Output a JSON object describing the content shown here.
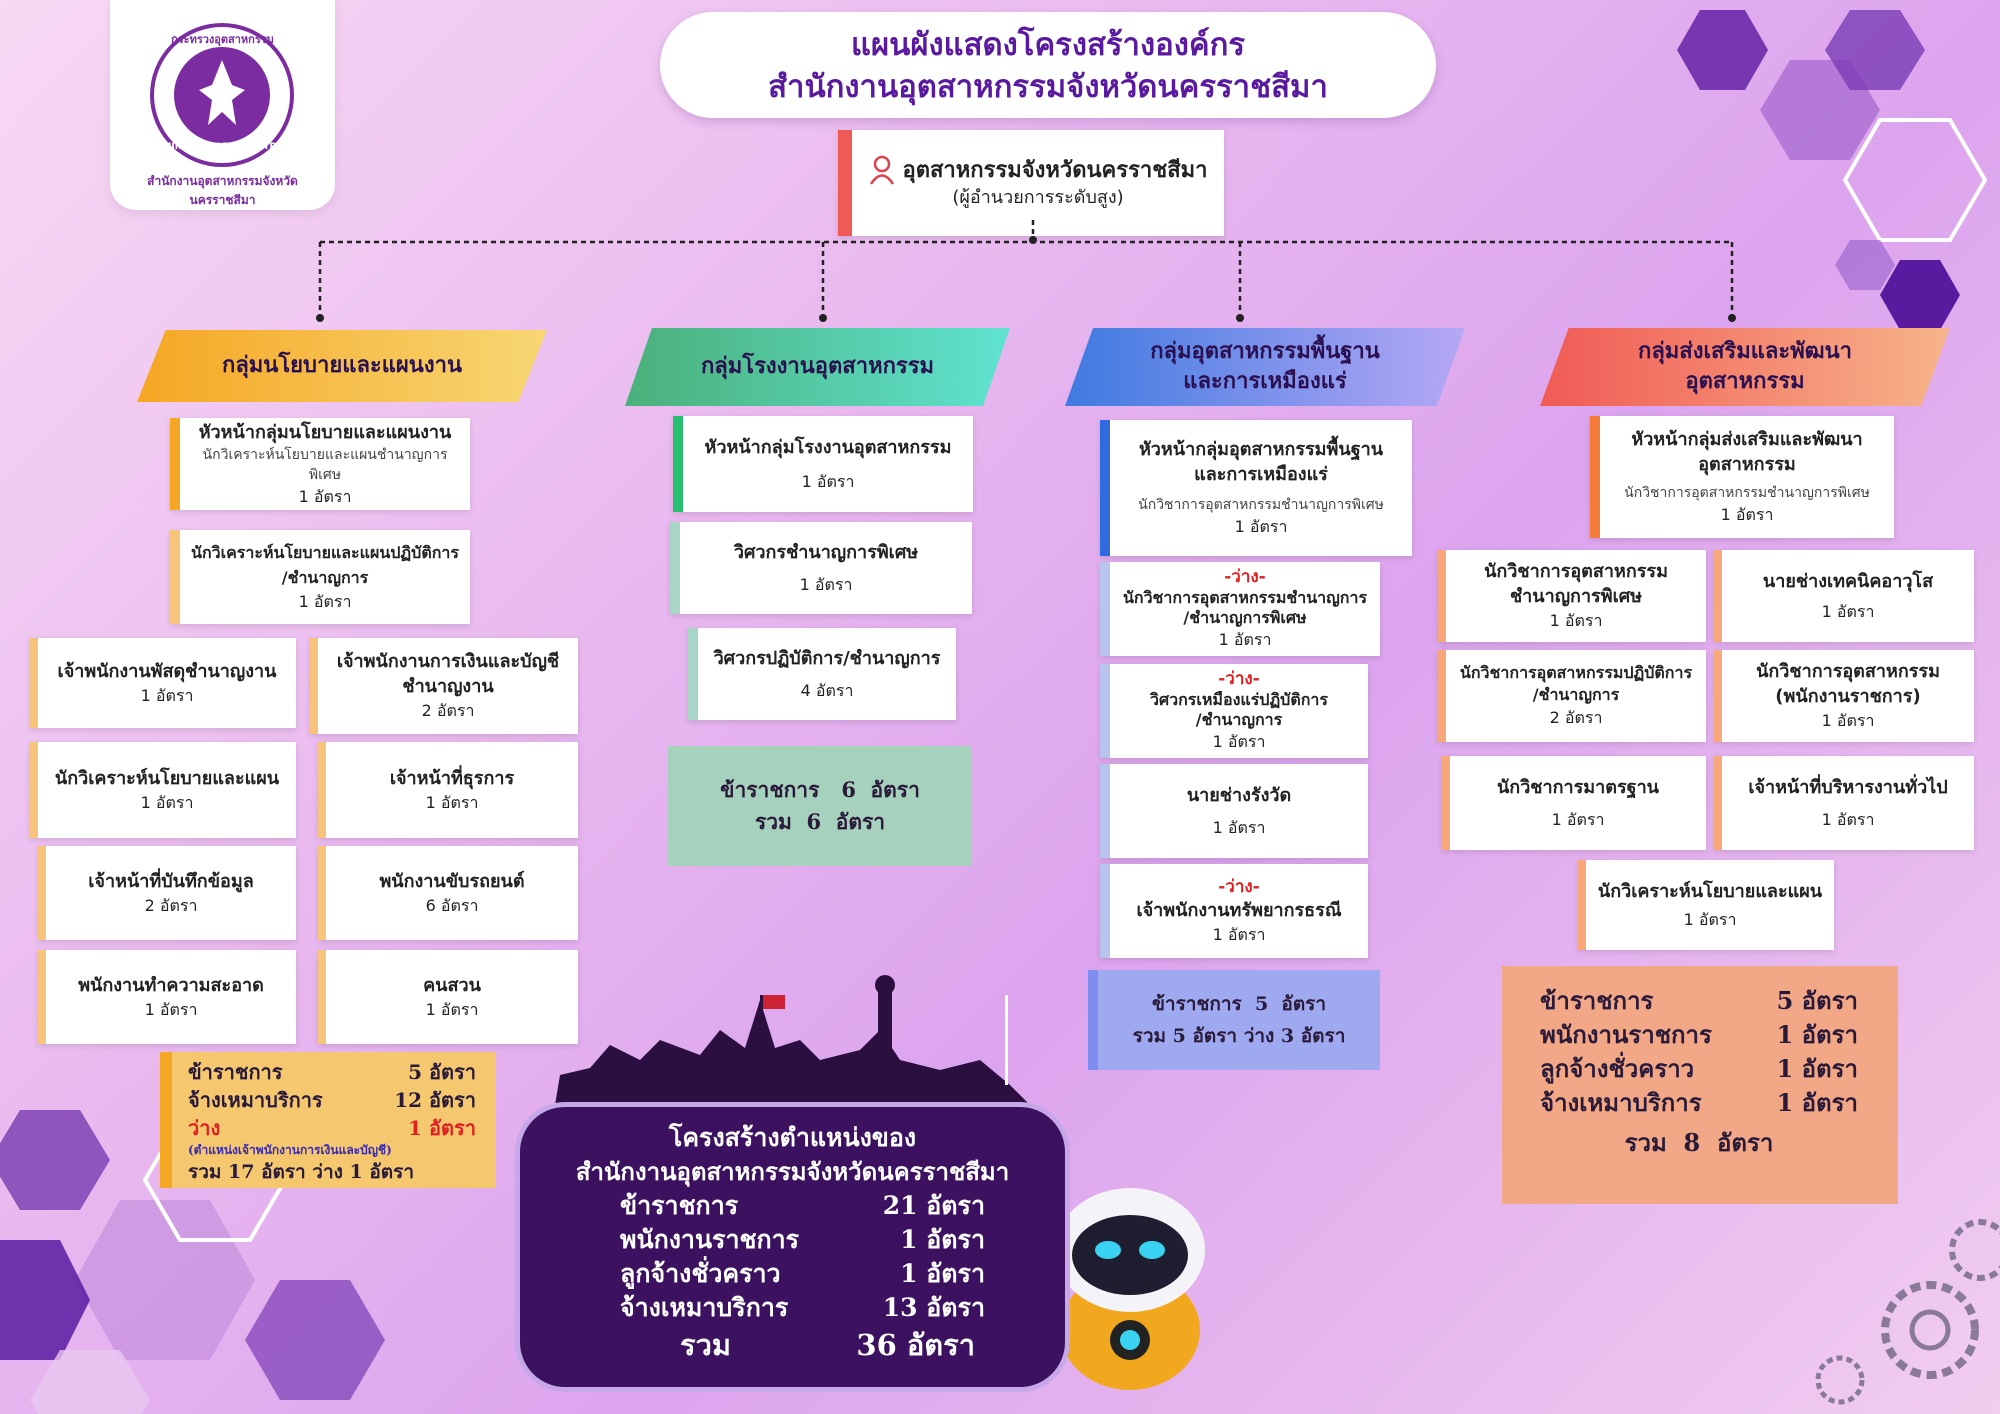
{
  "title": {
    "line1": "แผนผังแสดงโครงสร้างองค์กร",
    "line2": "สำนักงานอุตสาหกรรมจังหวัดนครราชสีมา"
  },
  "logo": {
    "top_text": "กระทรวงอุตสาหกรรม",
    "bottom_text": "MINISTRY OF INDUSTRY",
    "curve_text": "สำนักงานอุตสาหกรรมจังหวัดนครราชสีมา"
  },
  "top": {
    "name": "อุตสาหกรรมจังหวัดนครราชสีมา",
    "role": "(ผู้อำนวยการระดับสูง)"
  },
  "groups": {
    "g1": "กลุ่มนโยบายและแผนงาน",
    "g2": "กลุ่มโรงงานอุตสาหกรรม",
    "g3_l1": "กลุ่มอุตสาหกรรมพื้นฐาน",
    "g3_l2": "และการเหมืองแร่",
    "g4_l1": "กลุ่มส่งเสริมและพัฒนา",
    "g4_l2": "อุตสาหกรรม"
  },
  "col1": {
    "head": {
      "t": "หัวหน้ากลุ่มนโยบายและแผนงาน",
      "s": "นักวิเคราะห์นโยบายและแผนชำนาญการพิเศษ",
      "c": "1 อัตรา"
    },
    "p2": {
      "t1": "นักวิเคราะห์นโยบายและแผนปฏิบัติการ",
      "t2": "/ชำนาญการ",
      "c": "1 อัตรา"
    },
    "a1": {
      "t": "เจ้าพนักงานพัสดุชำนาญงาน",
      "c": "1 อัตรา"
    },
    "b1": {
      "t1": "เจ้าพนักงานการเงินและบัญชี",
      "t2": "ชำนาญงาน",
      "c": "2 อัตรา"
    },
    "a2": {
      "t": "นักวิเคราะห์นโยบายและแผน",
      "c": "1 อัตรา"
    },
    "b2": {
      "t": "เจ้าหน้าที่ธุรการ",
      "c": "1 อัตรา"
    },
    "a3": {
      "t": "เจ้าหน้าที่บันทึกข้อมูล",
      "c": "2 อัตรา"
    },
    "b3": {
      "t": "พนักงานขับรถยนต์",
      "c": "6 อัตรา"
    },
    "a4": {
      "t": "พนักงานทำความสะอาด",
      "c": "1 อัตรา"
    },
    "b4": {
      "t": "คนสวน",
      "c": "1 อัตรา"
    },
    "summary": {
      "r1l": "ข้าราชการ",
      "r1r": "5  อัตรา",
      "r2l": "จ้างเหมาบริการ",
      "r2r": "12  อัตรา",
      "r3l": "ว่าง",
      "r3r": "1  อัตรา",
      "note": "(ตำแหน่งเจ้าพนักงานการเงินและบัญชี)",
      "total": "รวม 17 อัตรา ว่าง 1 อัตรา"
    }
  },
  "col2": {
    "head": {
      "t": "หัวหน้ากลุ่มโรงงานอุตสาหกรรม",
      "c": "1 อัตรา"
    },
    "p2": {
      "t": "วิศวกรชำนาญการพิเศษ",
      "c": "1 อัตรา"
    },
    "p3": {
      "t": "วิศวกรปฏิบัติการ/ชำนาญการ",
      "c": "4 อัตรา"
    },
    "summary": {
      "r1": "ข้าราชการ   6  อัตรา",
      "r2": "รวม  6  อัตรา"
    }
  },
  "col3": {
    "head": {
      "t1": "หัวหน้ากลุ่มอุตสาหกรรมพื้นฐาน",
      "t2": "และการเหมืองแร่",
      "s": "นักวิชาการอุตสาหกรรมชำนาญการพิเศษ",
      "c": "1 อัตรา"
    },
    "p2": {
      "v": "-ว่าง-",
      "t1": "นักวิชาการอุตสาหกรรมชำนาญการ",
      "t2": "/ชำนาญการพิเศษ",
      "c": "1 อัตรา"
    },
    "p3": {
      "v": "-ว่าง-",
      "t1": "วิศวกรเหมืองแร่ปฏิบัติการ",
      "t2": "/ชำนาญการ",
      "c": "1 อัตรา"
    },
    "p4": {
      "t": "นายช่างรังวัด",
      "c": "1 อัตรา"
    },
    "p5": {
      "v": "-ว่าง-",
      "t": "เจ้าพนักงานทรัพยากรธรณี",
      "c": "1 อัตรา"
    },
    "summary": {
      "r1": "ข้าราชการ  5  อัตรา",
      "r2": "รวม 5 อัตรา ว่าง 3 อัตรา"
    }
  },
  "col4": {
    "head": {
      "t1": "หัวหน้ากลุ่มส่งเสริมและพัฒนา",
      "t2": "อุตสาหกรรม",
      "s": "นักวิชาการอุตสาหกรรมชำนาญการพิเศษ",
      "c": "1 อัตรา"
    },
    "a1": {
      "t1": "นักวิชาการอุตสาหกรรม",
      "t2": "ชำนาญการพิเศษ",
      "c": "1 อัตรา"
    },
    "b1": {
      "t": "นายช่างเทคนิคอาวุโส",
      "c": "1 อัตรา"
    },
    "a2": {
      "t1": "นักวิชาการอุตสาหกรรมปฏิบัติการ",
      "t2": "/ชำนาญการ",
      "c": "2 อัตรา"
    },
    "b2": {
      "t1": "นักวิชาการอุตสาหกรรม",
      "t2": "(พนักงานราชการ)",
      "c": "1 อัตรา"
    },
    "a3": {
      "t": "นักวิชาการมาตรฐาน",
      "c": "1 อัตรา"
    },
    "b3": {
      "t": "เจ้าหน้าที่บริหารงานทั่วไป",
      "c": "1 อัตรา"
    },
    "p": {
      "t": "นักวิเคราะห์นโยบายและแผน",
      "c": "1 อัตรา"
    },
    "summary": {
      "r1l": "ข้าราชการ",
      "r1r": "5  อัตรา",
      "r2l": "พนักงานราชการ",
      "r2r": "1  อัตรา",
      "r3l": "ลูกจ้างชั่วคราว",
      "r3r": "1  อัตรา",
      "r4l": "จ้างเหมาบริการ",
      "r4r": "1  อัตรา",
      "total": "รวม  8  อัตรา"
    }
  },
  "total": {
    "h1": "โครงสร้างตำแหน่งของ",
    "h2": "สำนักงานอุตสาหกรรมจังหวัดนครราชสีมา",
    "r1l": "ข้าราชการ",
    "r1r": "21  อัตรา",
    "r2l": "พนักงานราชการ",
    "r2r": "1  อัตรา",
    "r3l": "ลูกจ้างชั่วคราว",
    "r3r": "1  อัตรา",
    "r4l": "จ้างเหมาบริการ",
    "r4r": "13  อัตรา",
    "r5l": "รวม",
    "r5r": "36  อัตรา"
  },
  "colors": {
    "g1": "#f5a623",
    "g2": "#45c7b0",
    "g3": "#4f7de0",
    "g4": "#f05a55",
    "purple": "#5a1aa0",
    "vacant": "#e02020"
  }
}
